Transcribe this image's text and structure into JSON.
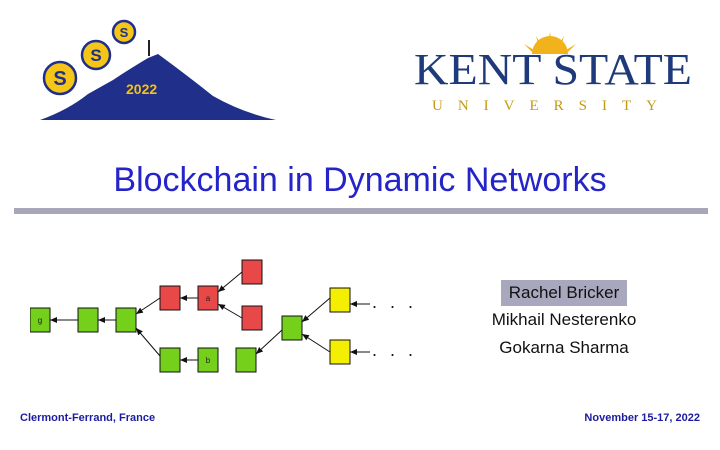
{
  "logo_left": {
    "year": "2022",
    "coin_letter": "S"
  },
  "logo_right": {
    "name": "KENT STATE",
    "sub": "UNIVERSITY"
  },
  "title": "Blockchain in Dynamic Networks",
  "authors": [
    "Rachel Bricker",
    "Mikhail Nesterenko",
    "Gokarna Sharma"
  ],
  "highlighted_author_index": 0,
  "footer": {
    "location": "Clermont-Ferrand, France",
    "date": "November 15-17, 2022"
  },
  "diagram": {
    "block_labels": {
      "genesis": "g",
      "upper": "a",
      "lower": "b"
    },
    "continuation": ". . .",
    "colors": {
      "green": "#74d01a",
      "red": "#e84848",
      "yellow": "#f4ee00"
    }
  },
  "colors": {
    "title": "#2424c8",
    "rule": "#a7a7b9",
    "footer": "#1c1c9e",
    "highlight": "#a7a7bd"
  }
}
